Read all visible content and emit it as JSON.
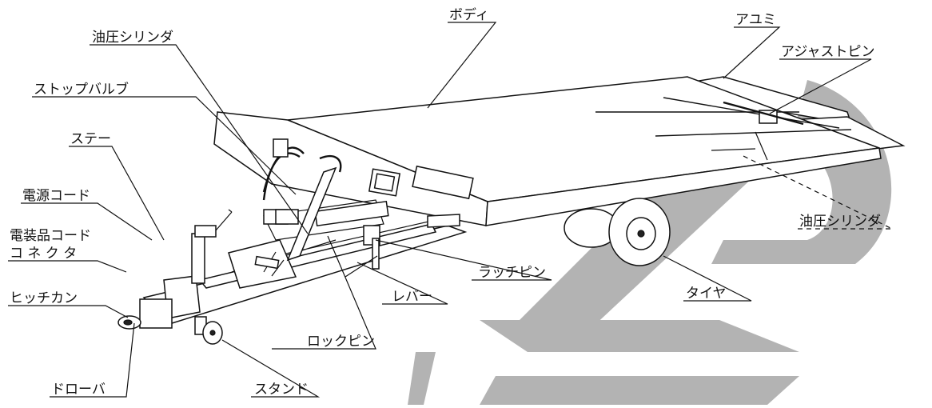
{
  "labels": {
    "body": "ボディ",
    "ayumi": "アユミ",
    "adjust_pin": "アジャストピン",
    "hydraulic_cylinder_top": "油圧シリンダ",
    "stop_valve": "ストップバルブ",
    "stay": "ステー",
    "power_cord": "電源コード",
    "electric_cord_line1": "電装品コード",
    "electric_cord_line2": "コ ネ ク タ",
    "hitch_can": "ヒッチカン",
    "drawbar": "ドローバ",
    "stand": "スタンド",
    "lock_pin": "ロックピン",
    "lever": "レバー",
    "latch_pin": "ラッチピン",
    "tire": "タイヤ",
    "hydraulic_cylinder_right": "油圧シリンダ"
  },
  "colors": {
    "line": "#111111",
    "background": "#ffffff",
    "watermark": "#b3b3b3"
  }
}
